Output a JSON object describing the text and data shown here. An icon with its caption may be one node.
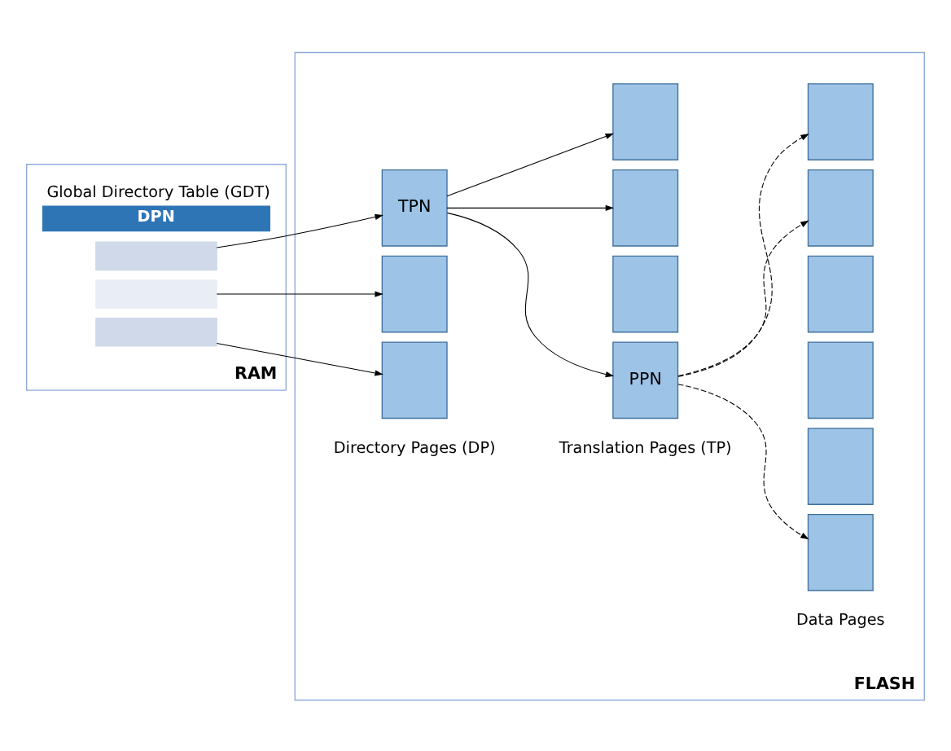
{
  "diagram": {
    "nodes": [
      {
        "text": [
          "RAM"
        ]
      },
      {
        "text": [
          "Global Directory Table (GDT)",
          "DPN"
        ],
        "in": 0
      },
      {
        "text": [],
        "shape": "box",
        "in": 0
      },
      {
        "text": [],
        "shape": "box",
        "in": 0
      },
      {
        "text": [],
        "shape": "box",
        "in": 0
      },
      {
        "text": [
          "FLASH"
        ]
      },
      {
        "text": [],
        "shape": "box",
        "in": 5
      },
      {
        "text": [],
        "shape": "box",
        "in": 5
      },
      {
        "text": [
          "TPN"
        ],
        "in": 5
      },
      {
        "text": [],
        "shape": "box",
        "in": 5
      },
      {
        "text": [],
        "shape": "box",
        "in": 5
      },
      {
        "text": [],
        "shape": "box",
        "in": 5
      },
      {
        "text": [
          "PPN"
        ],
        "in": 5
      },
      {
        "text": [],
        "shape": "box",
        "in": 5
      },
      {
        "text": [],
        "shape": "box",
        "in": 5
      },
      {
        "text": [],
        "shape": "box",
        "in": 5
      },
      {
        "text": [],
        "shape": "box",
        "in": 5
      },
      {
        "text": [],
        "shape": "box",
        "in": 5
      },
      {
        "text": [],
        "shape": "box",
        "in": 5
      }
    ],
    "edges": [
      {
        "from": 2,
        "to": 8,
        "arrow": "to"
      },
      {
        "from": 3,
        "to": 6,
        "arrow": "to"
      },
      {
        "from": 4,
        "to": 7,
        "arrow": "to"
      },
      {
        "from": 8,
        "to": 9,
        "arrow": "to"
      },
      {
        "from": 8,
        "to": 10,
        "arrow": "to"
      },
      {
        "from": 8,
        "to": 12,
        "arrow": "to"
      },
      {
        "from": 12,
        "to": 13,
        "arrow": "to",
        "style": "dashed"
      },
      {
        "from": 12,
        "to": 18,
        "arrow": "to",
        "style": "dashed"
      },
      {
        "from": 12,
        "to": 14,
        "arrow": "to",
        "style": "dashed"
      }
    ],
    "labels": [
      "Directory Pages (DP)",
      "Translation Pages (TP)",
      "Data Pages"
    ]
  }
}
